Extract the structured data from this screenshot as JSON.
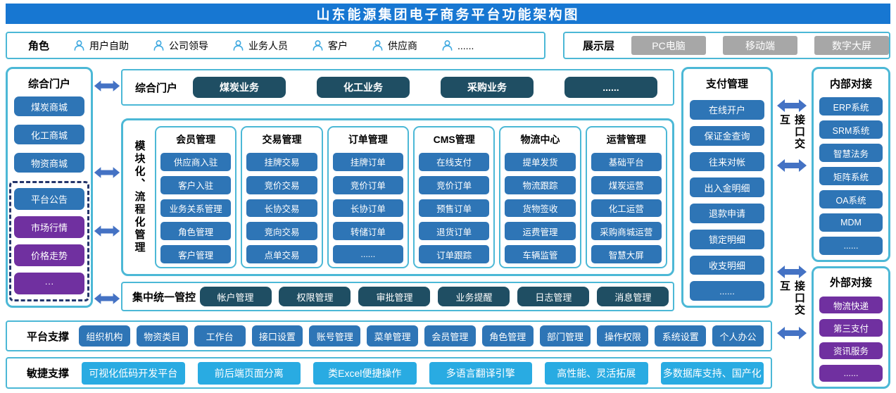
{
  "title": "山东能源集团电子商务平台功能架构图",
  "colors": {
    "title_bar": "#1777D2",
    "panel_border": "#4CB8D6",
    "button_blue": "#2E75B6",
    "button_navy": "#1F4E63",
    "button_purple": "#7030A0",
    "button_cyan": "#29ABE2",
    "button_gray": "#A7A7A7",
    "arrow": "#4472C4",
    "dashed_border": "#24356B"
  },
  "roles": {
    "label": "角色",
    "items": [
      "用户自助",
      "公司领导",
      "业务人员",
      "客户",
      "供应商",
      "......"
    ]
  },
  "display_layer": {
    "label": "展示层",
    "items": [
      "PC电脑",
      "移动端",
      "数字大屏"
    ]
  },
  "portal_sidebar": {
    "title": "综合门户",
    "items": [
      "煤炭商城",
      "化工商城",
      "物资商城"
    ],
    "dashed_items": [
      {
        "label": "平台公告",
        "color": "blue"
      },
      {
        "label": "市场行情",
        "color": "purple"
      },
      {
        "label": "价格走势",
        "color": "purple"
      },
      {
        "label": "···",
        "color": "purple"
      }
    ]
  },
  "portal_row": {
    "label": "综合门户",
    "items": [
      "煤炭业务",
      "化工业务",
      "采购业务",
      "......"
    ]
  },
  "modules": {
    "vertical_label": "模块化、流程化管理",
    "columns": [
      {
        "title": "会员管理",
        "items": [
          "供应商入驻",
          "客户入驻",
          "业务关系管理",
          "角色管理",
          "客户管理"
        ]
      },
      {
        "title": "交易管理",
        "items": [
          "挂牌交易",
          "竞价交易",
          "长协交易",
          "竞向交易",
          "点单交易"
        ]
      },
      {
        "title": "订单管理",
        "items": [
          "挂牌订单",
          "竞价订单",
          "长协订单",
          "转储订单",
          "......"
        ]
      },
      {
        "title": "CMS管理",
        "items": [
          "在线支付",
          "竞价订单",
          "预售订单",
          "退货订单",
          "订单跟踪"
        ]
      },
      {
        "title": "物流中心",
        "items": [
          "提单发货",
          "物流跟踪",
          "货物签收",
          "运费管理",
          "车辆监管"
        ]
      },
      {
        "title": "运营管理",
        "items": [
          "基础平台",
          "煤炭运营",
          "化工运营",
          "采购商城运营",
          "智慧大屏"
        ]
      }
    ]
  },
  "central_control": {
    "label": "集中统一管控",
    "items": [
      "帐户管理",
      "权限管理",
      "审批管理",
      "业务提醒",
      "日志管理",
      "消息管理"
    ]
  },
  "payment": {
    "title": "支付管理",
    "items": [
      "在线开户",
      "保证金查询",
      "往来对帐",
      "出入金明细",
      "退款申请",
      "锁定明细",
      "收支明细",
      "......"
    ]
  },
  "interface_label": "接口交互",
  "internal_integration": {
    "title": "内部对接",
    "items": [
      "ERP系统",
      "SRM系统",
      "智慧法务",
      "矩阵系统",
      "OA系统",
      "MDM",
      "......"
    ]
  },
  "external_integration": {
    "title": "外部对接",
    "items": [
      "物流快递",
      "第三支付",
      "资讯服务",
      "......"
    ]
  },
  "platform_support": {
    "label": "平台支撑",
    "items": [
      "组织机构",
      "物资类目",
      "工作台",
      "接口设置",
      "账号管理",
      "菜单管理",
      "会员管理",
      "角色管理",
      "部门管理",
      "操作权限",
      "系统设置",
      "个人办公"
    ]
  },
  "agile_support": {
    "label": "敏捷支撑",
    "items": [
      "可视化低码开发平台",
      "前后端页面分离",
      "类Excel便捷操作",
      "多语言翻译引擎",
      "高性能、灵活拓展",
      "多数据库支持、国产化"
    ]
  }
}
